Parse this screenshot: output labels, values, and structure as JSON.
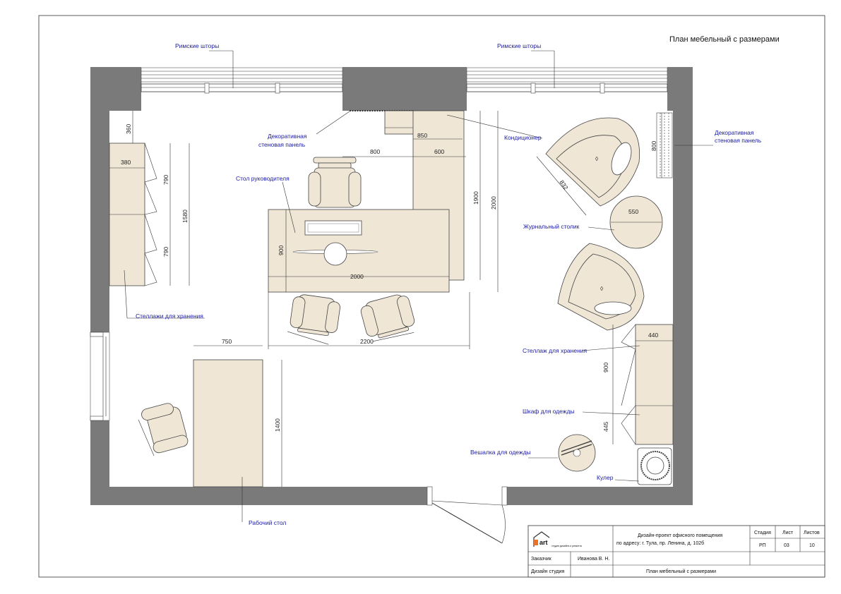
{
  "title": "План мебельный с размерами",
  "labels": {
    "roman_blinds_left": "Римские шторы",
    "roman_blinds_right": "Римские шторы",
    "deco_panel_top_1": "Декоративная",
    "deco_panel_top_2": "стеновая панель",
    "deco_panel_right_1": "Декоративная",
    "deco_panel_right_2": "стеновая панель",
    "air_conditioner": "Кондиционер",
    "manager_desk": "Стол руководителя",
    "coffee_table": "Журнальный столик",
    "storage_left": "Стеллажи для хранения",
    "storage_right": "Стеллаж для хранения",
    "wardrobe": "Шкаф для одежды",
    "coat_rack": "Вешалка для одежды",
    "cooler": "Кулер",
    "work_desk": "Рабочий стол"
  },
  "dimensions": {
    "d360": "360",
    "d380": "380",
    "d790a": "790",
    "d790b": "790",
    "d1580": "1580",
    "d850": "850",
    "d800": "800",
    "d600": "600",
    "d1900": "1900",
    "d2000v": "2000",
    "d900desk": "900",
    "d2000h": "2000",
    "d2200": "2200",
    "d750": "750",
    "d1400": "1400",
    "d832": "832",
    "d550": "550",
    "d800right": "800",
    "d440": "440",
    "d900right": "900",
    "d445": "445"
  },
  "title_block": {
    "logo_text": "art",
    "logo_sub": "студия дизайна и ремонта",
    "project_line1": "Дизайн-проект офисного помещения",
    "project_line2": "по адресу: г. Тула, пр. Ленина, д. 102б",
    "stage_header": "Стадия",
    "sheet_header": "Лист",
    "sheets_header": "Листов",
    "stage_value": "РП",
    "sheet_value": "03",
    "sheets_value": "10",
    "customer_label": "Заказчик",
    "customer_value": "Иванова В. Н.",
    "studio_label": "Дизайн студия",
    "sheet_title": "План мебельный с размерами"
  },
  "colors": {
    "wall": "#7a7a7a",
    "furniture": "#efe6d6",
    "label": "#1a1aa6"
  }
}
